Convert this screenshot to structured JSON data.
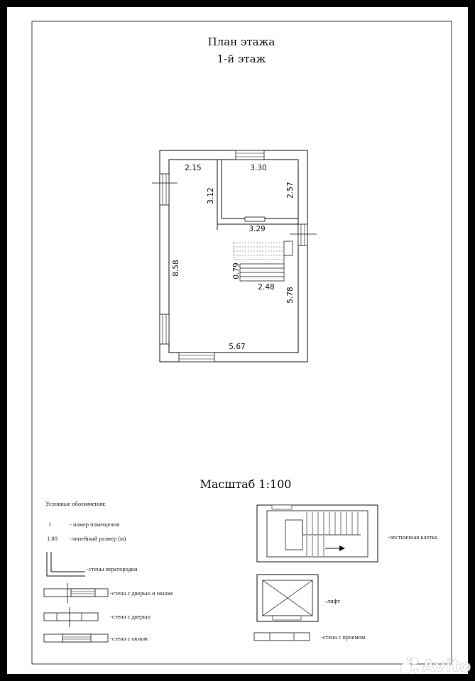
{
  "title": "План этажа",
  "subtitle": "1-й этаж",
  "scale_label": "Масштаб 1:100",
  "dimensions": {
    "d215": "2.15",
    "d330": "3.30",
    "d312": "3.12",
    "d257": "2.57",
    "d329": "3.29",
    "d858": "8.58",
    "d079": "0.79",
    "d248": "2.48",
    "d578": "5.78",
    "d567": "5.67"
  },
  "legend": {
    "heading": "Условные обозначения:",
    "room_number_sample": "1",
    "room_number_label": "- номер помещения",
    "size_sample": "1.80",
    "size_label": "-линейный размер (м)",
    "partition_label": "-стены перегородки",
    "door_window_label": "-стена с дверью и окном",
    "door_label": "-стена с дверью",
    "window_label": "-стена с окном",
    "staircase_label": "-лестничная клетка",
    "lift_label": "-лифт",
    "opening_label": "-стена с проемом"
  },
  "watermark": "Avito"
}
